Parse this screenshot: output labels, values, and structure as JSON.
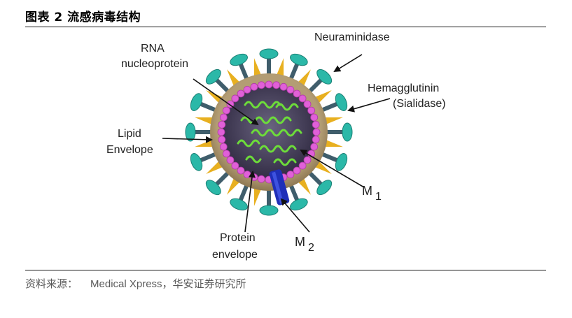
{
  "figure": {
    "title": "图表 2 流感病毒结构",
    "source_label": "资料来源：",
    "source_text": "Medical Xpress，华安证券研究所"
  },
  "labels": {
    "rna_line1": "RNA",
    "rna_line2": "nucleoprotein",
    "neuraminidase": "Neuraminidase",
    "hemagglutinin_line1": "Hemagglutinin",
    "hemagglutinin_line2": "(Sialidase)",
    "lipid_line1": "Lipid",
    "lipid_line2": "Envelope",
    "m1_letter": "M",
    "m1_sub": "1",
    "m2_letter": "M",
    "m2_sub": "2",
    "protein_line1": "Protein",
    "protein_line2": "envelope"
  },
  "colors": {
    "spike_teal": "#2bb8a8",
    "spike_stem": "#3f5d6b",
    "spike_gold": "#e8b020",
    "envelope_tan": "#a8926a",
    "protein_ring": "#e060d8",
    "core_dark": "#4a4460",
    "rna_green": "#6ddc3a",
    "m2_blue": "#1f2fb8"
  }
}
